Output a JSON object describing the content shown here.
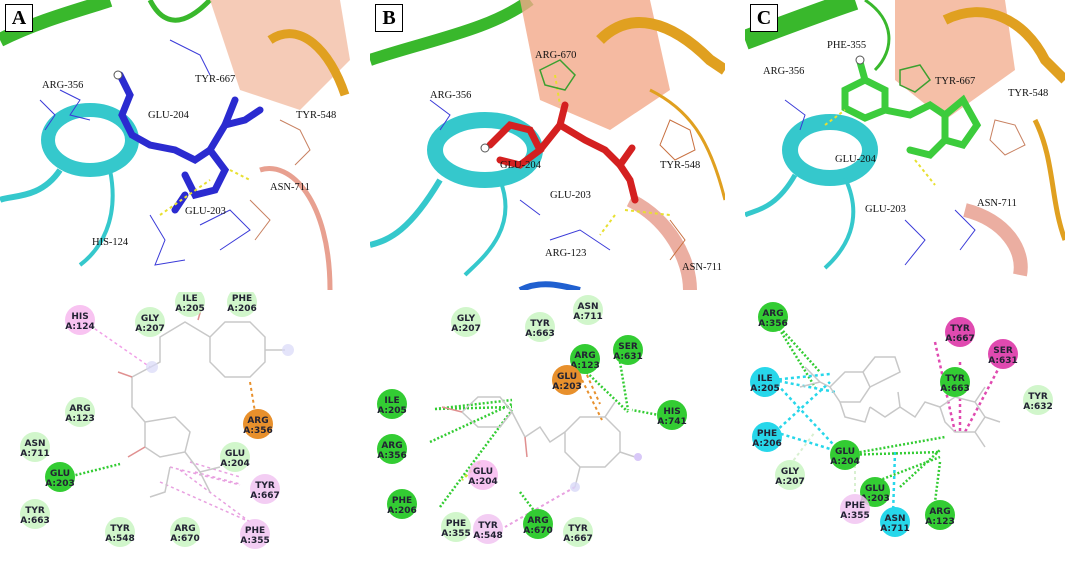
{
  "panels": [
    {
      "label": "A",
      "residues_3d": [
        "ARG-356",
        "GLU-204",
        "TYR-667",
        "TYR-548",
        "ASN-711",
        "GLU-203",
        "HIS-124"
      ],
      "diagram_residues": [
        {
          "name": "HIS",
          "num": "A:124",
          "kind": "pi-sigma"
        },
        {
          "name": "GLY",
          "num": "A:207",
          "kind": "vdw"
        },
        {
          "name": "ILE",
          "num": "A:205",
          "kind": "vdw"
        },
        {
          "name": "PHE",
          "num": "A:206",
          "kind": "vdw"
        },
        {
          "name": "ARG",
          "num": "A:123",
          "kind": "vdw"
        },
        {
          "name": "ARG",
          "num": "A:356",
          "kind": "pi-cation"
        },
        {
          "name": "ASN",
          "num": "A:711",
          "kind": "vdw"
        },
        {
          "name": "GLU",
          "num": "A:204",
          "kind": "vdw"
        },
        {
          "name": "GLU",
          "num": "A:203",
          "kind": "hbond"
        },
        {
          "name": "TYR",
          "num": "A:667",
          "kind": "pi-alkyl"
        },
        {
          "name": "TYR",
          "num": "A:663",
          "kind": "vdw"
        },
        {
          "name": "TYR",
          "num": "A:548",
          "kind": "vdw"
        },
        {
          "name": "ARG",
          "num": "A:670",
          "kind": "vdw"
        },
        {
          "name": "PHE",
          "num": "A:355",
          "kind": "pi-alkyl"
        }
      ]
    },
    {
      "label": "B",
      "residues_3d": [
        "ARG-670",
        "ARG-356",
        "GLU-204",
        "TYR-548",
        "GLU-203",
        "ARG-123",
        "ASN-711"
      ],
      "diagram_residues": [
        {
          "name": "GLY",
          "num": "A:207",
          "kind": "vdw"
        },
        {
          "name": "TYR",
          "num": "A:663",
          "kind": "vdw"
        },
        {
          "name": "ASN",
          "num": "A:711",
          "kind": "vdw"
        },
        {
          "name": "ARG",
          "num": "A:123",
          "kind": "hbond"
        },
        {
          "name": "SER",
          "num": "A:631",
          "kind": "hbond"
        },
        {
          "name": "GLU",
          "num": "A:203",
          "kind": "pi-anion"
        },
        {
          "name": "ILE",
          "num": "A:205",
          "kind": "hbond"
        },
        {
          "name": "HIS",
          "num": "A:741",
          "kind": "hbond"
        },
        {
          "name": "ARG",
          "num": "A:356",
          "kind": "hbond"
        },
        {
          "name": "PHE",
          "num": "A:206",
          "kind": "hbond"
        },
        {
          "name": "GLU",
          "num": "A:204",
          "kind": "pi-sigma"
        },
        {
          "name": "PHE",
          "num": "A:355",
          "kind": "vdw"
        },
        {
          "name": "TYR",
          "num": "A:548",
          "kind": "pi-alkyl"
        },
        {
          "name": "ARG",
          "num": "A:670",
          "kind": "hbond"
        },
        {
          "name": "TYR",
          "num": "A:667",
          "kind": "vdw"
        }
      ]
    },
    {
      "label": "C",
      "residues_3d": [
        "PHE-355",
        "ARG-356",
        "TYR-667",
        "TYR-548",
        "GLU-204",
        "GLU-203",
        "ASN-711"
      ],
      "diagram_residues": [
        {
          "name": "ARG",
          "num": "A:356",
          "kind": "hbond"
        },
        {
          "name": "TYR",
          "num": "A:667",
          "kind": "pi-pi"
        },
        {
          "name": "SER",
          "num": "A:631",
          "kind": "pi-pi"
        },
        {
          "name": "ILE",
          "num": "A:205",
          "kind": "halogen"
        },
        {
          "name": "TYR",
          "num": "A:663",
          "kind": "hbond"
        },
        {
          "name": "TYR",
          "num": "A:632",
          "kind": "vdw"
        },
        {
          "name": "PHE",
          "num": "A:206",
          "kind": "halogen"
        },
        {
          "name": "GLY",
          "num": "A:207",
          "kind": "vdw"
        },
        {
          "name": "GLU",
          "num": "A:204",
          "kind": "hbond"
        },
        {
          "name": "GLU",
          "num": "A:203",
          "kind": "hbond"
        },
        {
          "name": "PHE",
          "num": "A:355",
          "kind": "pi-alkyl"
        },
        {
          "name": "ASN",
          "num": "A:711",
          "kind": "halogen"
        },
        {
          "name": "ARG",
          "num": "A:123",
          "kind": "hbond"
        }
      ]
    }
  ],
  "colors": {
    "vdw": "#c9f5c2",
    "hbond": "#33cc33",
    "pi-alkyl": "#f1c4f1",
    "pi-sigma": "#f7b8ee",
    "pi-cation": "#e8902c",
    "pi-anion": "#e8902c",
    "pi-pi": "#e04ab0",
    "halogen": "#27d7ea",
    "ligand_A": "#2b2bd0",
    "ligand_B": "#d42020",
    "ligand_C": "#3ccc3c",
    "helix": "#35c8cc",
    "loop_green": "#39b82c",
    "loop_orange": "#e0a020",
    "helix_salmon": "#e8957a"
  }
}
